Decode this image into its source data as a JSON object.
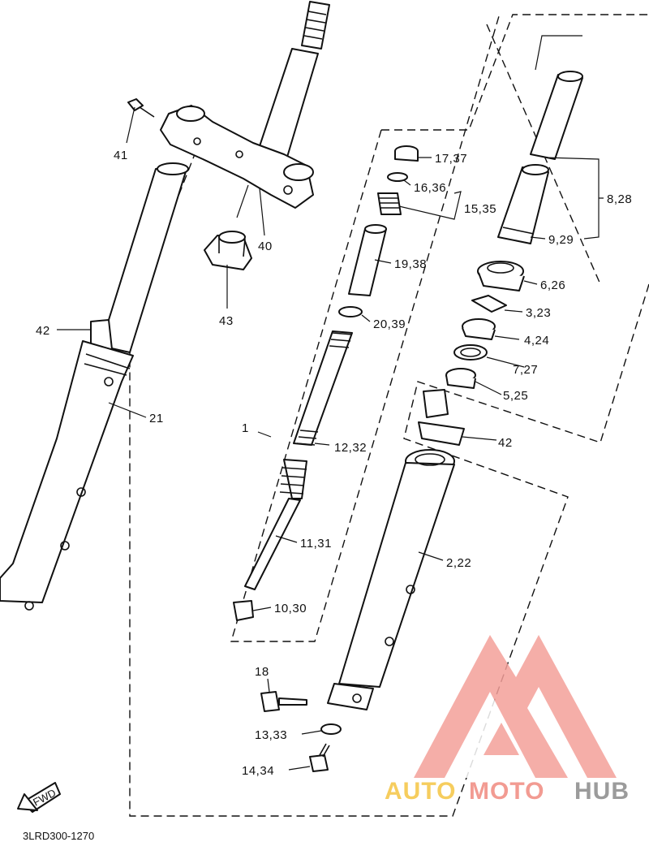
{
  "diagram_code": "3LRD300-1270",
  "fwd_label": "FWD",
  "callouts": {
    "c41": "41",
    "c40": "40",
    "c43": "43",
    "c42_left": "42",
    "c21": "21",
    "c1": "1",
    "c17_37": "17,37",
    "c16_36": "16,36",
    "c15_35": "15,35",
    "c19_38": "19,38",
    "c20_39": "20,39",
    "c12_32": "12,32",
    "c11_31": "11,31",
    "c10_30": "10,30",
    "c8_28": "8,28",
    "c9_29": "9,29",
    "c6_26": "6,26",
    "c3_23": "3,23",
    "c4_24": "4,24",
    "c7_27": "7,27",
    "c5_25": "5,25",
    "c42_right": "42",
    "c2_22": "2,22",
    "c18": "18",
    "c13_33": "13,33",
    "c14_34": "14,34"
  },
  "watermark": {
    "word_auto": "AUTO",
    "word_moto": "MOTO",
    "word_hub": "HUB",
    "color_logo": "#f4a09a",
    "color_auto": "#f5c542",
    "color_moto": "#f08a80",
    "color_hub": "#8a8a8a"
  }
}
